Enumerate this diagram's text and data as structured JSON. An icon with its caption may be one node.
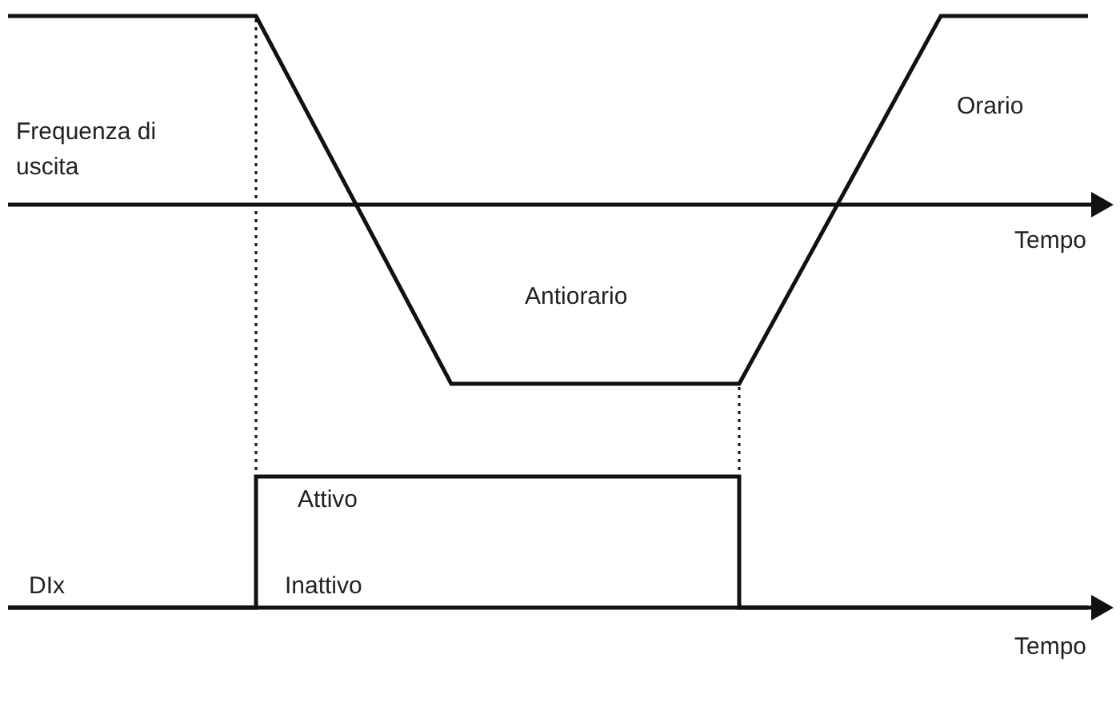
{
  "diagram": {
    "labels": [
      "Frequenza di uscita",
      "Orario",
      "Tempo",
      "Antiorario",
      "Attivo",
      "DIx",
      "Inattivo",
      "Tempo"
    ]
  }
}
